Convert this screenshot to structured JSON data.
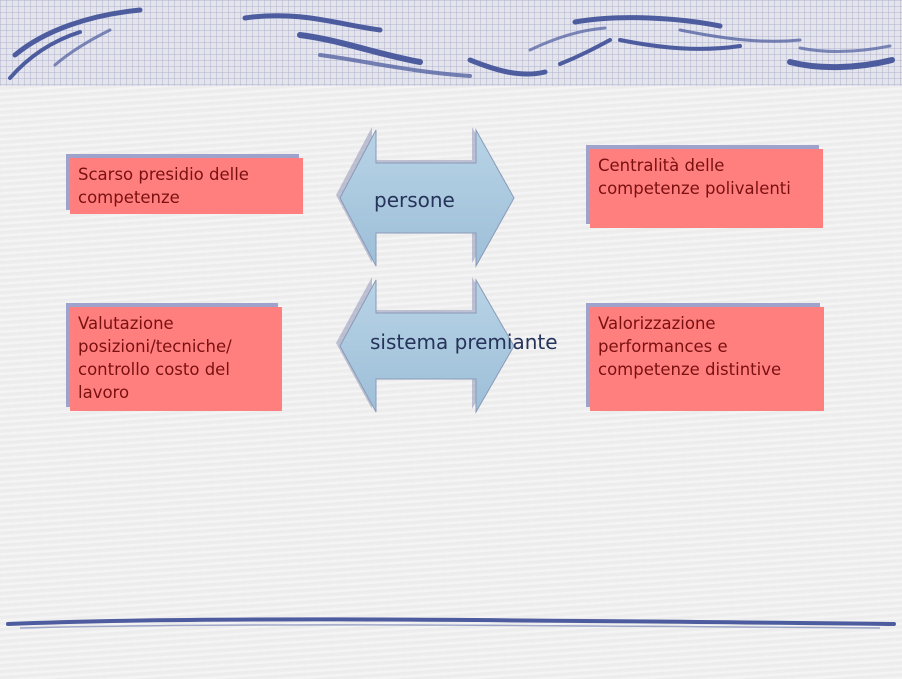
{
  "slide": {
    "left_top_box": "Scarso presidio delle competenze",
    "right_top_box": "Centralità delle competenze polivalenti",
    "left_bottom_box": "Valutazione posizioni/tecniche/ controllo costo del lavoro",
    "right_bottom_box": "Valorizzazione performances e competenze distintive",
    "arrow_top_label": "persone",
    "arrow_bottom_label": "sistema premiante"
  },
  "colors": {
    "box_fill": "#ff7f7f",
    "box_text": "#7a1010",
    "box_shadow": "#9fa3cc",
    "arrow_fill": "#a8c6dd",
    "arrow_text": "#26335a",
    "decoration": "#4d5c9e"
  }
}
